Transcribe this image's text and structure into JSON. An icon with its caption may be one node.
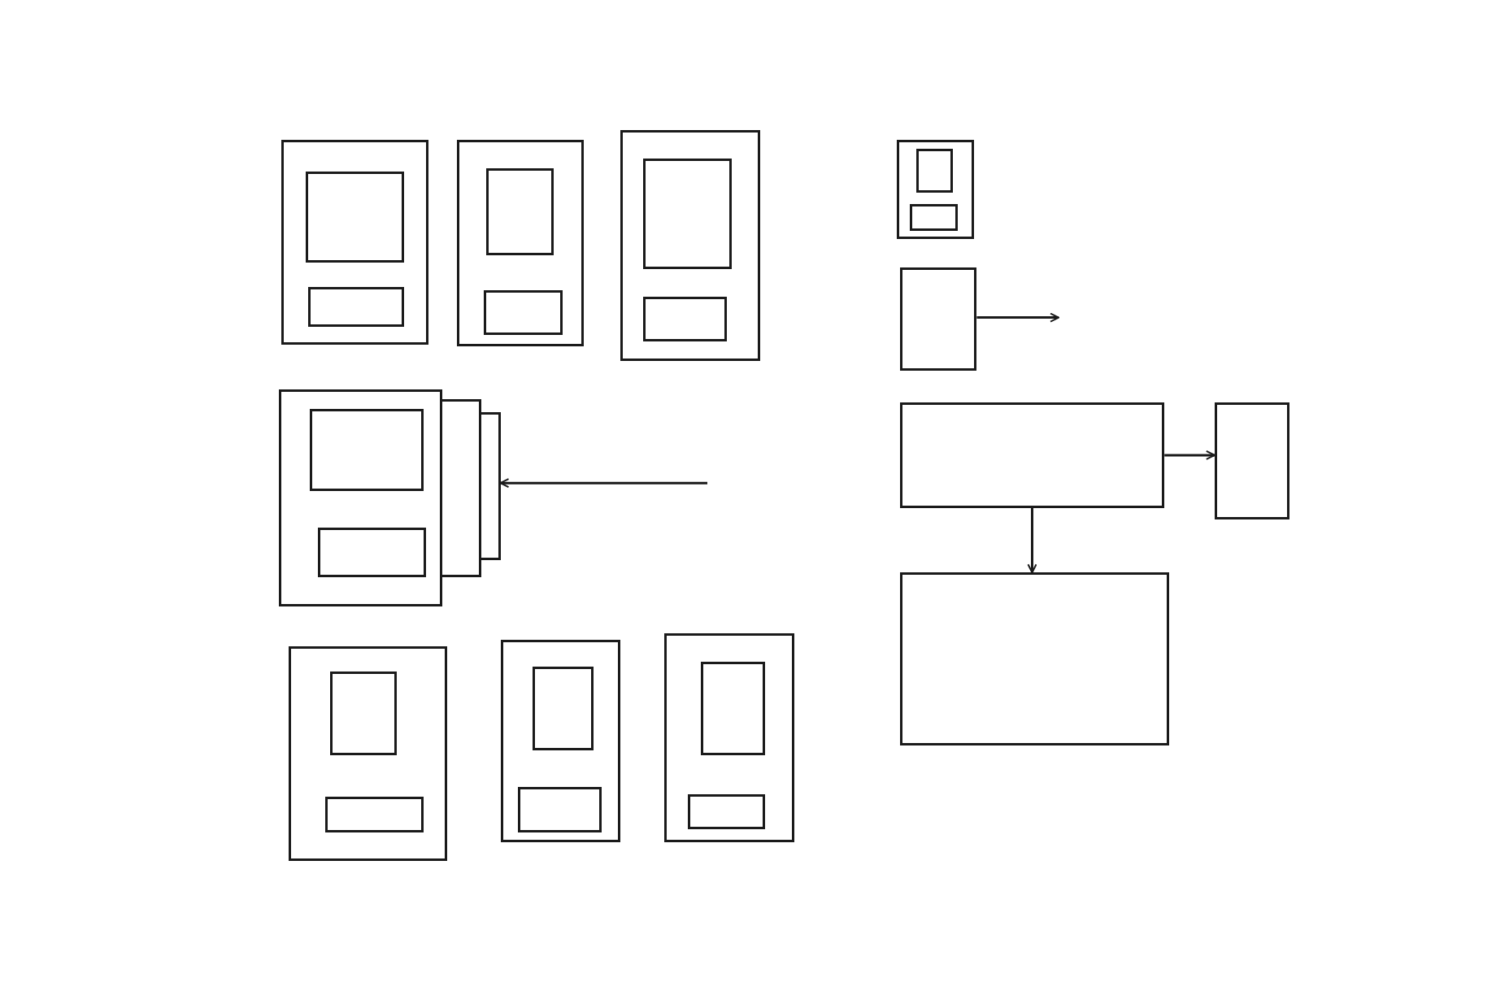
{
  "diagram": {
    "nodes": [
      {
        "text": [],
        "shape": "box"
      },
      {
        "text": [],
        "shape": "box",
        "in": 0
      },
      {
        "text": [],
        "shape": "box",
        "in": 0
      },
      {
        "text": [],
        "shape": "box"
      },
      {
        "text": [],
        "shape": "box",
        "in": 3
      },
      {
        "text": [],
        "shape": "box",
        "in": 3
      },
      {
        "text": [],
        "shape": "box"
      },
      {
        "text": [],
        "shape": "box",
        "in": 6
      },
      {
        "text": [],
        "shape": "box",
        "in": 6
      },
      {
        "text": [],
        "shape": "box"
      },
      {
        "text": [],
        "shape": "box",
        "in": 9
      },
      {
        "text": [],
        "shape": "box",
        "in": 9
      },
      {
        "text": [],
        "shape": "box"
      },
      {
        "text": [],
        "shape": "box"
      },
      {
        "text": [],
        "shape": "box",
        "in": 13
      },
      {
        "text": [],
        "shape": "box",
        "in": 13
      },
      {
        "text": [],
        "shape": "box"
      },
      {
        "text": [],
        "shape": "box"
      },
      {
        "text": [],
        "shape": "box"
      },
      {
        "text": [],
        "shape": "box"
      },
      {
        "text": [],
        "shape": "box"
      },
      {
        "text": [],
        "shape": "box",
        "in": 20
      },
      {
        "text": [],
        "shape": "box",
        "in": 20
      },
      {
        "text": [],
        "shape": "box"
      },
      {
        "text": [],
        "shape": "box",
        "in": 23
      },
      {
        "text": [],
        "shape": "box",
        "in": 23
      },
      {
        "text": [],
        "shape": "box"
      },
      {
        "text": [],
        "shape": "box",
        "in": 26
      },
      {
        "text": [],
        "shape": "box",
        "in": 26
      },
      {
        "text": [],
        "shape": "box"
      }
    ],
    "edges": [
      {
        "from": 12,
        "to": null,
        "arrow": "to"
      },
      {
        "from": null,
        "to": 17,
        "arrow": "to"
      },
      {
        "from": 18,
        "to": 19,
        "arrow": "to"
      },
      {
        "from": 18,
        "to": 29,
        "arrow": "to"
      }
    ]
  }
}
